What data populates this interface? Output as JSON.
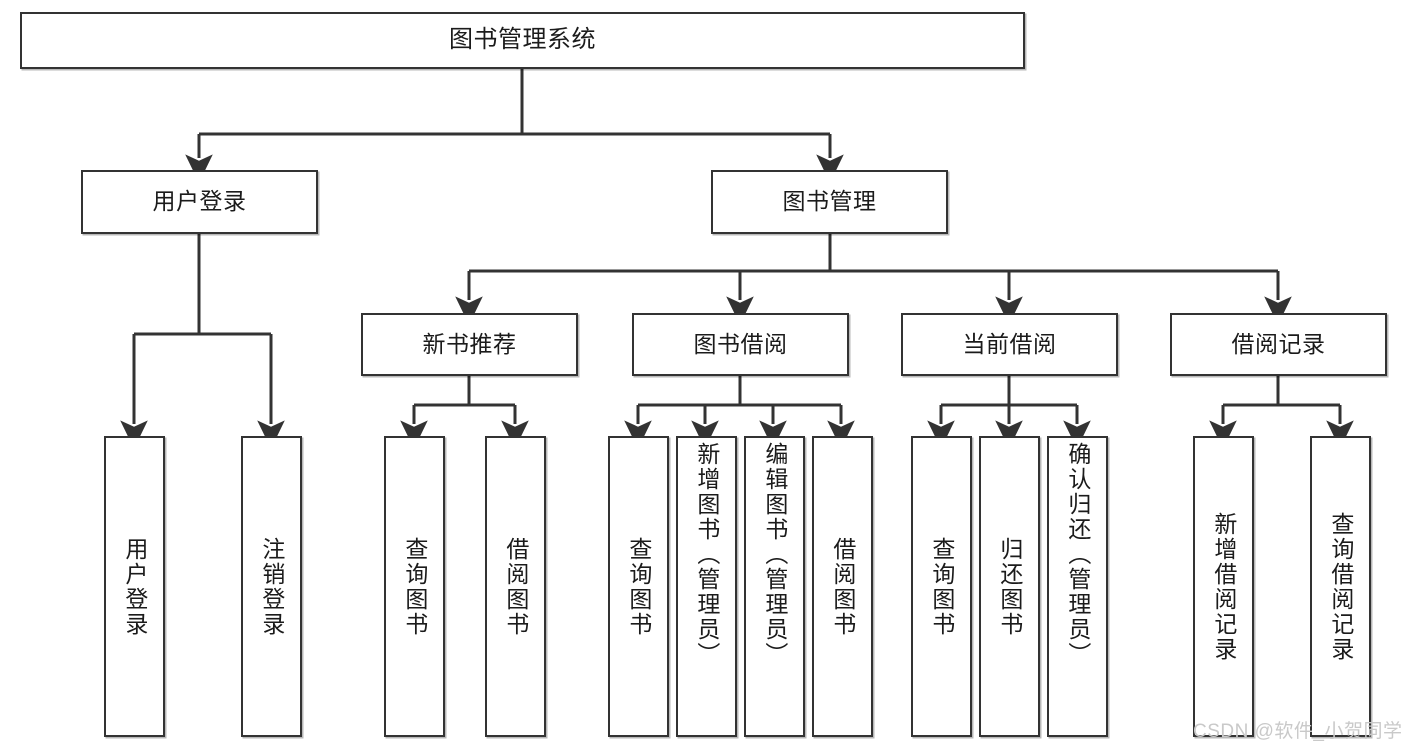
{
  "diagram": {
    "title": "图书管理系统",
    "root": {
      "label": "图书管理系统"
    },
    "tier1": [
      {
        "label": "用户登录"
      },
      {
        "label": "图书管理"
      }
    ],
    "tier2": [
      {
        "label": "新书推荐"
      },
      {
        "label": "图书借阅"
      },
      {
        "label": "当前借阅"
      },
      {
        "label": "借阅记录"
      }
    ],
    "leaves": [
      {
        "label": "用户登录",
        "parent": "用户登录"
      },
      {
        "label": "注销登录",
        "parent": "用户登录"
      },
      {
        "label": "查询图书",
        "parent": "新书推荐"
      },
      {
        "label": "借阅图书",
        "parent": "新书推荐"
      },
      {
        "label": "查询图书",
        "parent": "图书借阅"
      },
      {
        "label": "新增图书（管理员）",
        "parent": "图书借阅"
      },
      {
        "label": "编辑图书（管理员）",
        "parent": "图书借阅"
      },
      {
        "label": "借阅图书",
        "parent": "图书借阅"
      },
      {
        "label": "查询图书",
        "parent": "当前借阅"
      },
      {
        "label": "归还图书",
        "parent": "当前借阅"
      },
      {
        "label": "确认归还（管理员）",
        "parent": "当前借阅"
      },
      {
        "label": "新增借阅记录",
        "parent": "借阅记录"
      },
      {
        "label": "查询借阅记录",
        "parent": "借阅记录"
      }
    ],
    "watermark": "CSDN @软件_小贺同学",
    "colors": {
      "box_border": "#333333",
      "box_fill": "#ffffff",
      "connector": "#333333",
      "text": "#1b1b1b",
      "watermark": "#c9c9c9"
    }
  }
}
